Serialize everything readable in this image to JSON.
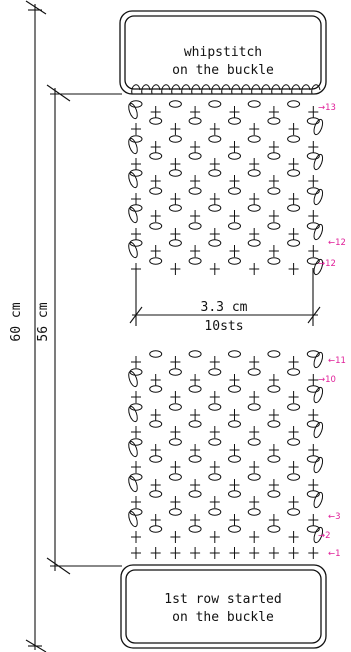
{
  "top_box_lines": [
    "whipstitch",
    "on the buckle"
  ],
  "bottom_box_lines": [
    "1st row started",
    "on the buckle"
  ],
  "dimensions": {
    "total_length": "60 cm",
    "body_length": "56 cm",
    "width": "3.3 cm",
    "stitches": "10sts"
  },
  "row_labels": [
    "→13",
    "←12",
    "→12",
    "←11",
    "→10",
    "←3",
    "→2",
    "←1"
  ],
  "colors": {
    "ink": "#111111",
    "row_label": "#e0219a"
  }
}
